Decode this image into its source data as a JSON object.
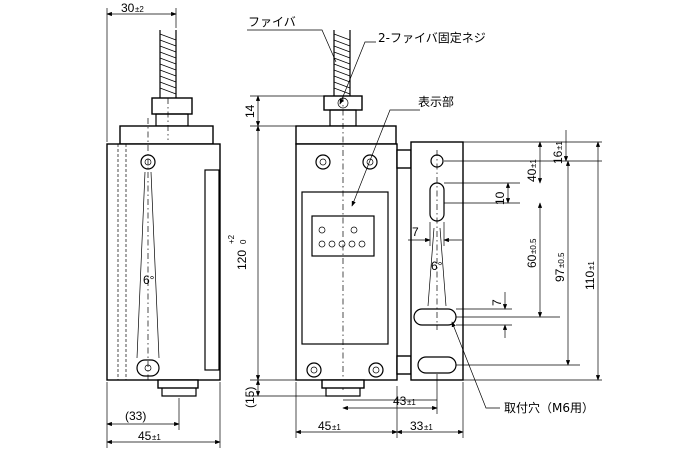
{
  "labels": {
    "fiber": "ファイバ",
    "fiber_screw": "2-ファイバ固定ネジ",
    "display": "表示部",
    "mount_hole": "取付穴（M6用）",
    "angle": "6°",
    "angle2": "6°"
  },
  "dims": {
    "top_width": "30",
    "top_width_tol": "±2",
    "side_width": "45",
    "side_width_tol": "±1",
    "side_33": "(33)",
    "front_width": "45",
    "front_width_tol": "±1",
    "bracket_width": "33",
    "bracket_width_tol": "±1",
    "hole_offset": "43",
    "hole_offset_tol": "±1",
    "height_14": "14",
    "height_15": "(15)",
    "height_120": "120",
    "height_120_tol_top": "+2",
    "height_120_tol_bot": "0",
    "dim_16": "16",
    "dim_16_tol": "±1",
    "dim_40": "40",
    "dim_40_tol": "±1",
    "dim_10": "10",
    "dim_7a": "7",
    "dim_7b": "7",
    "dim_60": "60",
    "dim_60_tol": "±0.5",
    "dim_97": "97",
    "dim_97_tol": "±0.5",
    "dim_110": "110",
    "dim_110_tol": "±1"
  }
}
